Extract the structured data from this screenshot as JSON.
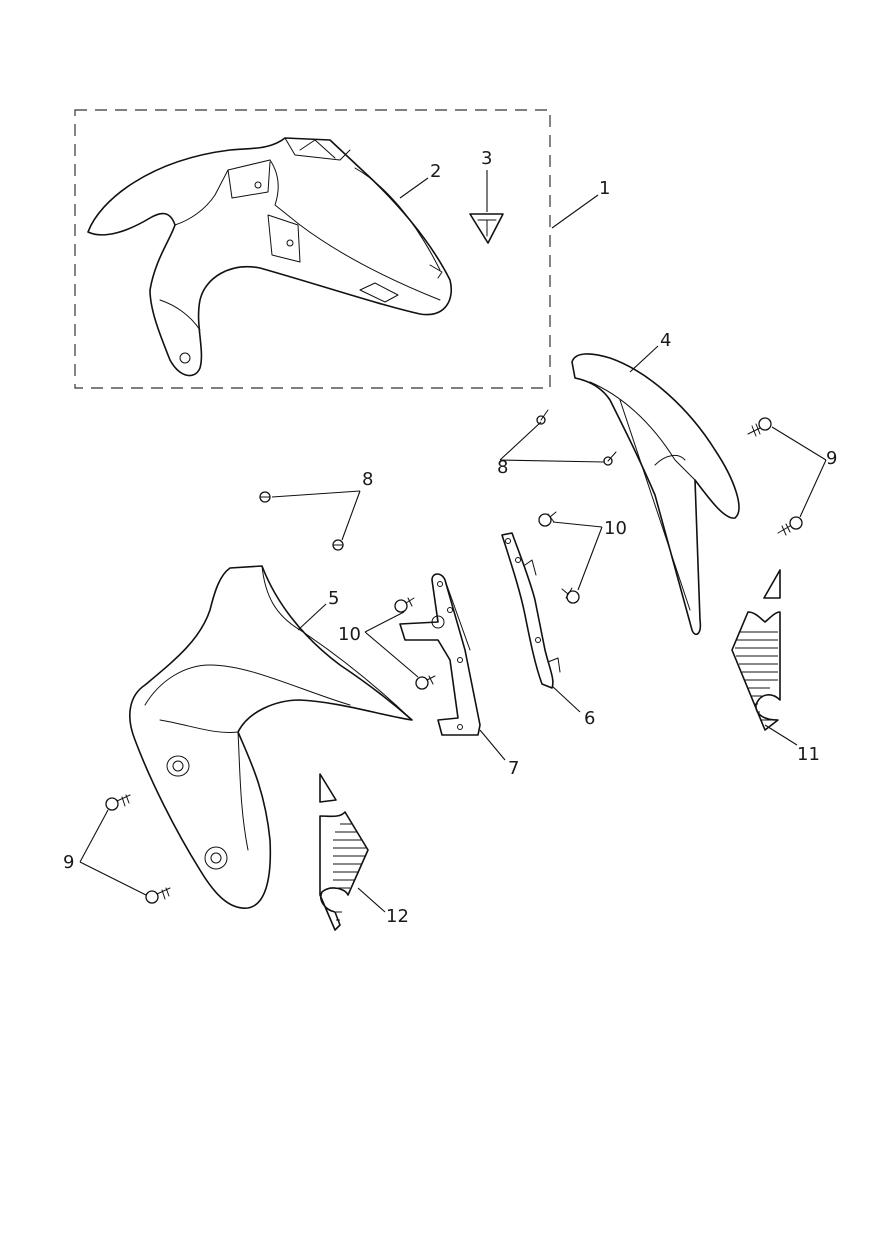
{
  "diagram": {
    "callouts": {
      "c1": "1",
      "c2": "2",
      "c3": "3",
      "c4": "4",
      "c5": "5",
      "c6": "6",
      "c7": "7",
      "c8a": "8",
      "c8b": "8",
      "c9a": "9",
      "c9b": "9",
      "c10a": "10",
      "c10b": "10",
      "c11": "11",
      "c12": "12"
    }
  }
}
